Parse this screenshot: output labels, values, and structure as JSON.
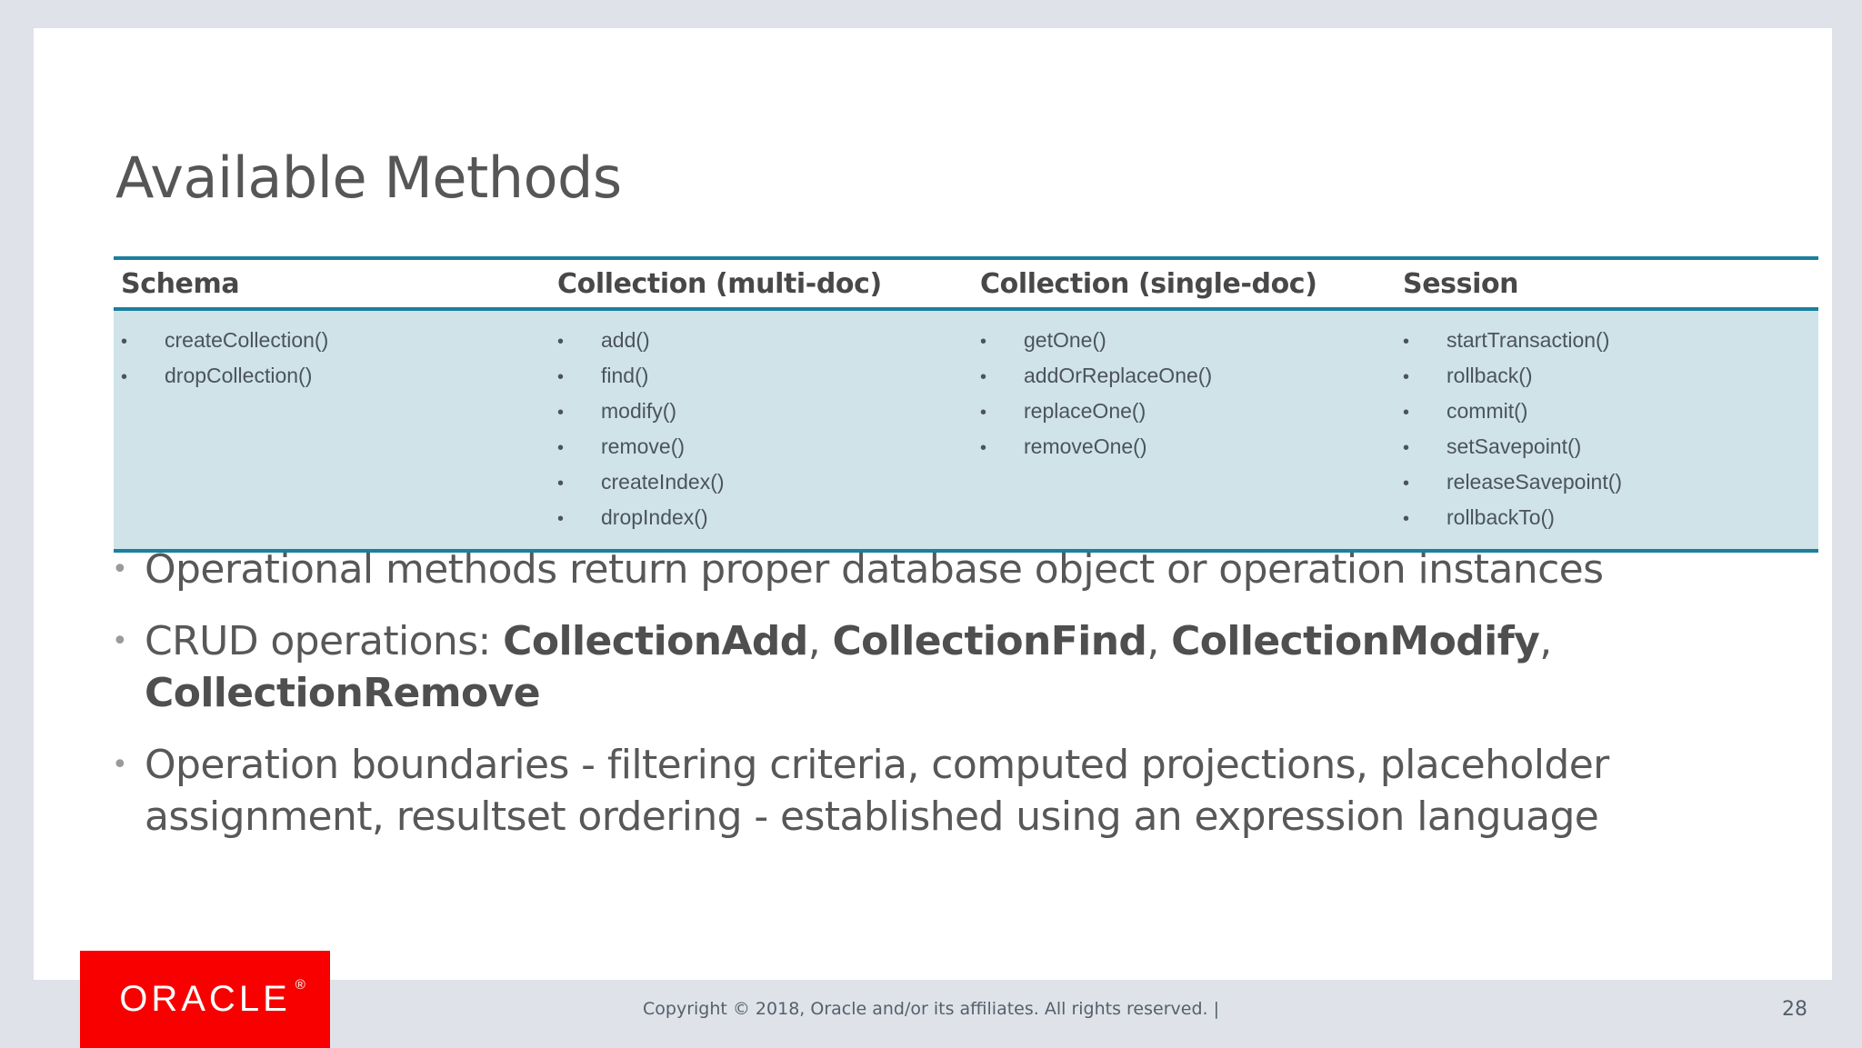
{
  "slide": {
    "title": "Available Methods",
    "page_number": "28",
    "accent_color": "#1b7f9e",
    "table_body_bg": "#cfe3e8",
    "brand_color": "#f80000",
    "text_color": "#585858"
  },
  "table": {
    "columns": [
      {
        "header": "Schema",
        "items": [
          "createCollection()",
          "dropCollection()"
        ]
      },
      {
        "header": "Collection (multi-doc)",
        "items": [
          "add()",
          "find()",
          "modify()",
          "remove()",
          "createIndex()",
          "dropIndex()"
        ]
      },
      {
        "header": "Collection (single-doc)",
        "items": [
          "getOne()",
          "addOrReplaceOne()",
          "replaceOne()",
          "removeOne()"
        ]
      },
      {
        "header": "Session",
        "items": [
          "startTransaction()",
          "rollback()",
          "commit()",
          "setSavepoint()",
          "releaseSavepoint()",
          "rollbackTo()"
        ]
      }
    ],
    "bullet_glyph": "•"
  },
  "key_points": {
    "bullet_glyph": "•",
    "point_1": "Operational methods return proper database object or operation instances",
    "point_2_prefix": "CRUD operations: ",
    "point_2_terms": [
      "CollectionAdd",
      "CollectionFind",
      "CollectionModify",
      "CollectionRemove"
    ],
    "point_3": "Operation boundaries - filtering criteria, computed projections, placeholder assignment, resultset ordering - established using an expression language"
  },
  "footer": {
    "logo_text": "ORACLE",
    "logo_registered": "®",
    "copyright": "Copyright © 2018, Oracle and/or its affiliates. All rights reserved.   |"
  }
}
